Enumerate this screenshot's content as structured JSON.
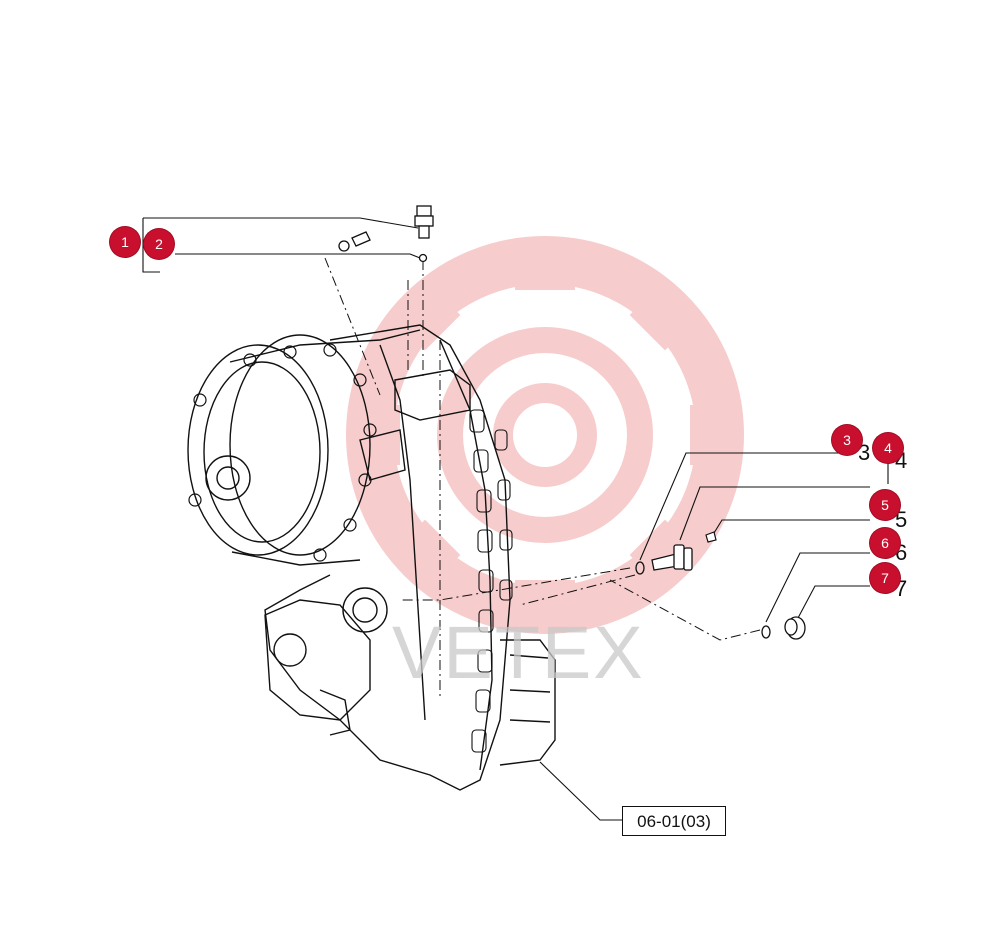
{
  "diagram": {
    "reference_label": "06-01(03)",
    "watermark_text": "VEТЕХ",
    "callouts": [
      {
        "id": "1",
        "label": "1"
      },
      {
        "id": "2",
        "label": "2"
      },
      {
        "id": "3",
        "label": "3"
      },
      {
        "id": "4",
        "label": "4"
      },
      {
        "id": "5",
        "label": "5"
      },
      {
        "id": "6",
        "label": "6"
      },
      {
        "id": "7",
        "label": "7"
      }
    ]
  },
  "colors": {
    "callout_fill": "#c8102e",
    "watermark": "#f2b3b3",
    "line": "#111111"
  }
}
